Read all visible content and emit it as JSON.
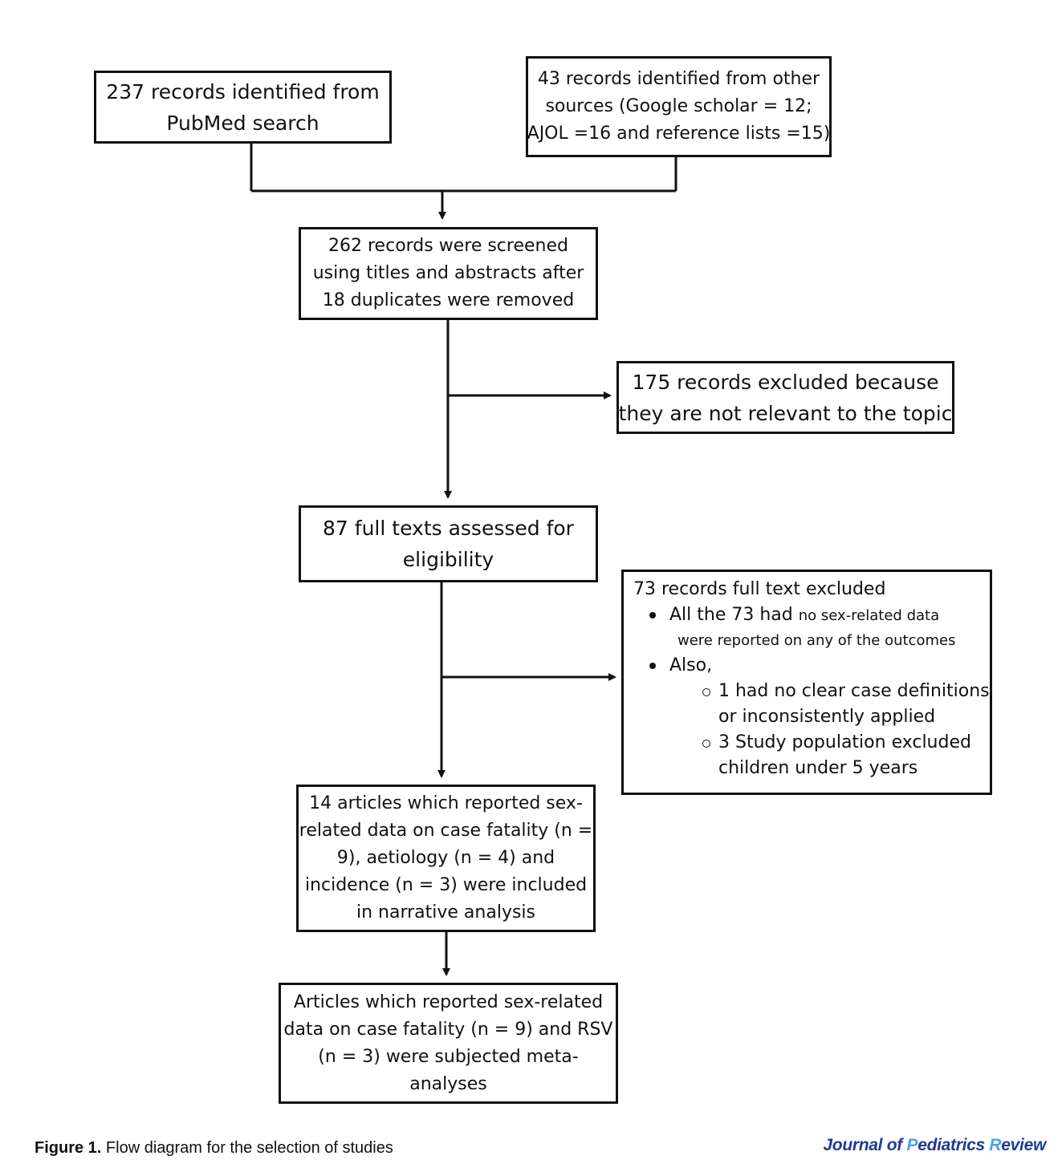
{
  "boxes": {
    "pubmed": [
      "237 records identified from",
      "PubMed search"
    ],
    "other_sources": [
      "43 records identified from other",
      "sources (Google scholar = 12;",
      "AJOL =16 and reference lists =15)"
    ],
    "screened": [
      "262 records were screened",
      "using titles and abstracts after",
      "18 duplicates were removed"
    ],
    "excluded_screening": [
      "175 records excluded because",
      "they are not relevant to the topic"
    ],
    "full_text": [
      "87 full texts assessed for",
      "eligibility"
    ],
    "included": [
      "14 articles which reported sex-",
      "related data on case fatality (n =",
      "9), aetiology (n = 4) and",
      "incidence (n = 3) were included",
      "in narrative analysis"
    ],
    "meta": [
      "Articles which reported sex-related",
      "data on case fatality (n = 9) and RSV",
      "(n = 3) were subjected meta-",
      "analyses"
    ]
  },
  "full_text_exclusion": {
    "heading": "73 records full text excluded",
    "bullet1_lead": "All the 73 had",
    "bullet1_rest": "no sex-related data",
    "bullet1_cont": "were reported on any of the outcomes",
    "bullet2": "Also,",
    "sub1_line1": "1 had no clear case definitions",
    "sub1_line2": "or inconsistently applied",
    "sub2_line1": "3 Study population excluded",
    "sub2_line2": "children under 5 years"
  },
  "caption": {
    "label": "Figure 1.",
    "text": "Flow diagram for the selection of studies"
  },
  "journal": {
    "part1": "Journal of ",
    "p_letter": "P",
    "part2": "ediatrics ",
    "r_letter": "R",
    "part3": "eview",
    "color_dark": "#1f3a93",
    "color_accent": "#4aa3e0"
  }
}
